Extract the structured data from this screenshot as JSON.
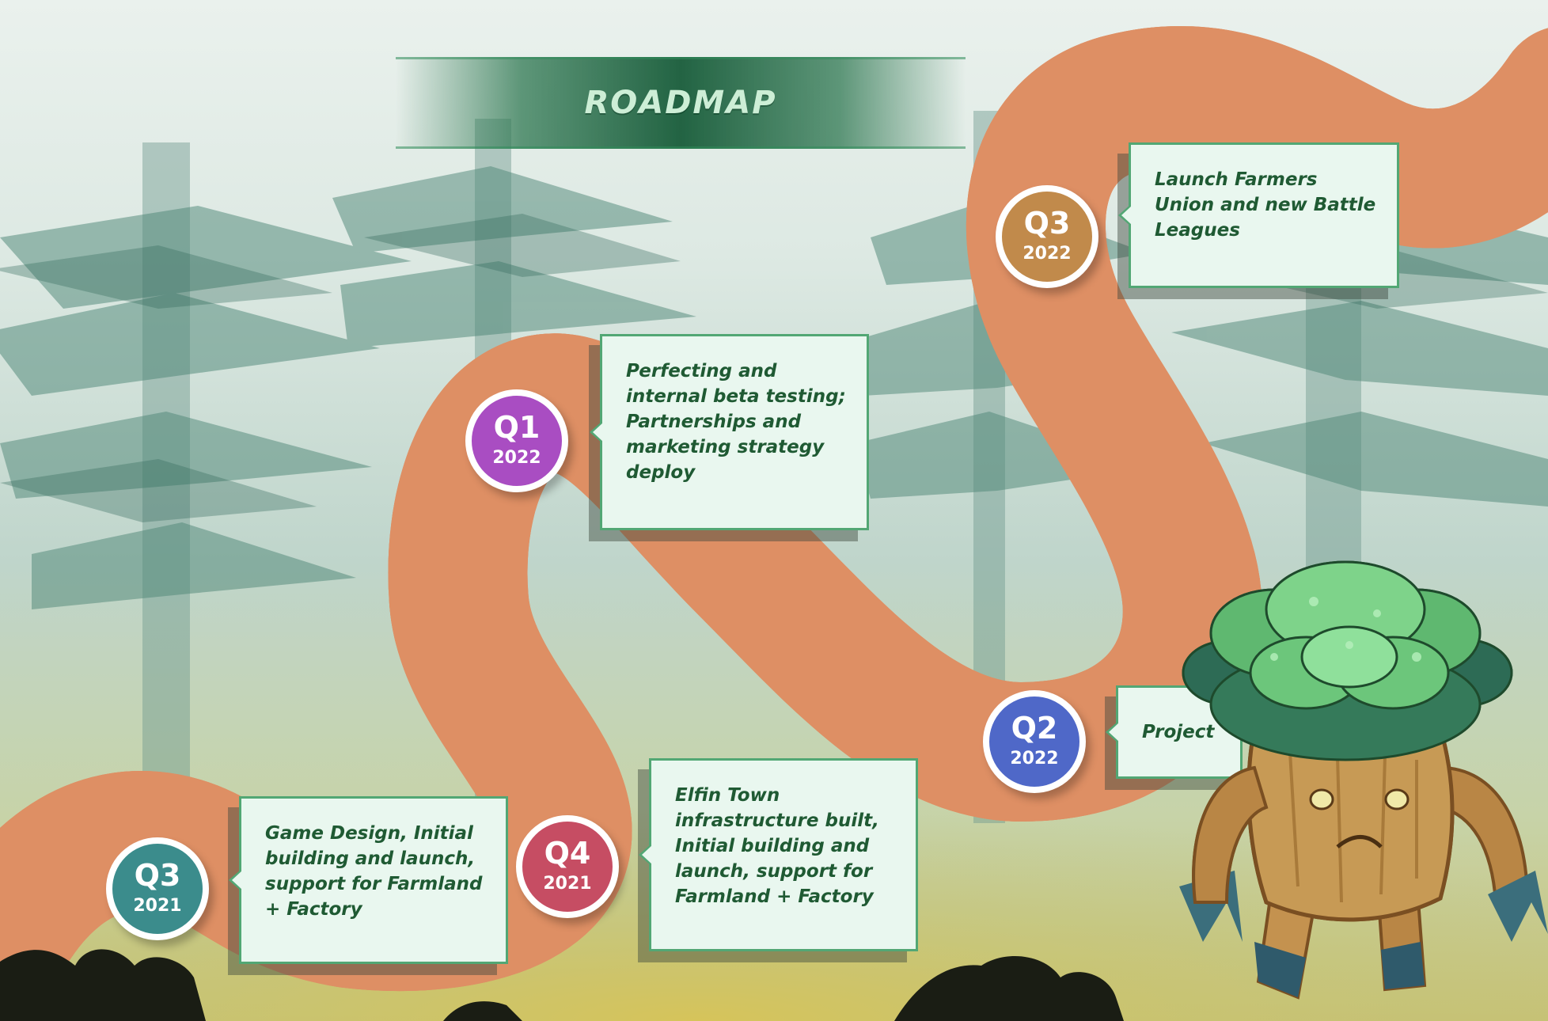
{
  "title": "ROADMAP",
  "colors": {
    "road": "#f0b26c",
    "road_edge": "#de8f64",
    "dash": "#3a3327",
    "box_bg": "#e9f7ef",
    "box_border": "#52a774",
    "text": "#1f5a33"
  },
  "milestones": [
    {
      "quarter": "Q3",
      "year": "2021",
      "color": "#3b8c8c",
      "text": "Game Design, Initial building and launch, support for Farmland + Factory"
    },
    {
      "quarter": "Q4",
      "year": "2021",
      "color": "#c64d63",
      "text": "Elfin Town infrastructure built, Initial building and launch, support for Farmland + Factory"
    },
    {
      "quarter": "Q1",
      "year": "2022",
      "color": "#a94dc2",
      "text": "Perfecting and internal beta testing; Partnerships and marketing strategy deploy"
    },
    {
      "quarter": "Q2",
      "year": "2022",
      "color": "#4f68c8",
      "text": "Project"
    },
    {
      "quarter": "Q3",
      "year": "2022",
      "color": "#c18a4b",
      "text": "Launch Farmers Union and new Battle Leagues"
    }
  ],
  "character": {
    "name": "tree-guardian-icon"
  }
}
